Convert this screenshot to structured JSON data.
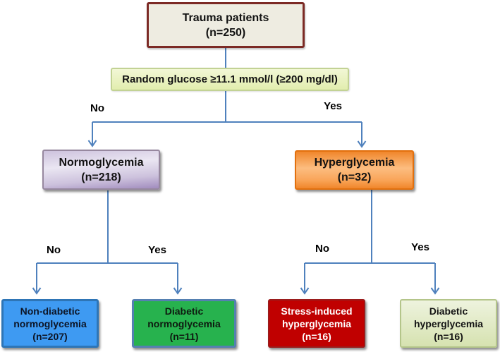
{
  "figure": {
    "type": "flowchart",
    "description": "Classification of trauma patients by random glucose test"
  },
  "nodes": {
    "trauma": {
      "label": "Trauma patients",
      "count": "(n=250)"
    },
    "criterion": {
      "label": "Random glucose ≥11.1 mmol/l (≥200 mg/dl)"
    },
    "normoglycemia": {
      "label": "Normoglycemia",
      "count": "(n=218)"
    },
    "hyperglycemia": {
      "label": "Hyperglycemia",
      "count": "(n=32)"
    },
    "non_diabetic_normoglycemia": {
      "label": "Non-diabetic normoglycemia",
      "count": "(n=207)"
    },
    "diabetic_normoglycemia": {
      "label": "Diabetic normoglycemia",
      "count": "(n=11)"
    },
    "stress_induced_hyperglycemia": {
      "label": "Stress-induced hyperglycemia",
      "count": "(n=16)"
    },
    "diabetic_hyperglycemia": {
      "label": "Diabetic hyperglycemia",
      "count": "(n=16)"
    }
  },
  "edges": {
    "level1": {
      "no": "No",
      "yes": "Yes"
    },
    "level2_normo": {
      "no": "No",
      "yes": "Yes"
    },
    "level2_hyper": {
      "no": "No",
      "yes": "Yes"
    }
  },
  "colors": {
    "line": "#4f81bd",
    "trauma_fill": "#eeece1",
    "trauma_border": "#7c2a25",
    "glucose_fill_top": "#f2f7d6",
    "glucose_fill_bottom": "#e2edae",
    "glucose_border": "#c2d294",
    "normo_dark": "#a18cbe",
    "normo_mid": "#cdc2dd",
    "normo_light": "#eae6f2",
    "normo_border": "#97889f",
    "hyper_dark": "#f0862b",
    "hyper_mid": "#f9a458",
    "hyper_light": "#fcbd80",
    "hyper_border": "#e2700e",
    "blue_fill": "#3e9af2",
    "blue_border": "#2e75b6",
    "green_fill": "#27b24e",
    "green_border": "#5580b1",
    "red_fill": "#c00000",
    "red_border": "#9b1c1c",
    "pale_fill_top": "#eef3de",
    "pale_fill_bottom": "#d6e2b0",
    "pale_border": "#b4c58a"
  }
}
